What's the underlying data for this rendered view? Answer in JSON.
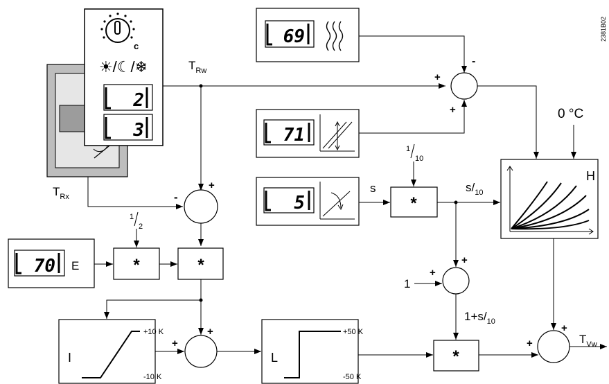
{
  "diagram": {
    "doc_code": "2381B02",
    "room_unit": {
      "dial_unit": "c",
      "mode_icons": "☀/☾/❄",
      "display_1": "2",
      "display_2": "3"
    },
    "labels": {
      "t_rw_main": "T",
      "t_rw_sub": "Rw",
      "t_rx_main": "T",
      "t_rx_sub": "Rx",
      "t_vw_main": "T",
      "t_vw_sub": "Vw",
      "zero_c": "0 °C",
      "s": "s",
      "s_div_num": "s/",
      "s_div_den": "10",
      "one_plus_s_main": "1+s/",
      "one_plus_s_den": "10",
      "one": "1",
      "tenth_num": "1",
      "tenth_den": "10",
      "half_num": "1",
      "half_den": "2",
      "e": "E",
      "h": "H",
      "i": "I",
      "l": "L",
      "plus10k": "+10 K",
      "minus10k": "-10 K",
      "plus50k": "+50 K",
      "minus50k": "-50 K"
    },
    "parameters": {
      "p69": "69",
      "p71": "71",
      "p5": "5",
      "p70": "70"
    },
    "operators": {
      "multiply": "*",
      "plus": "+",
      "minus": "-"
    }
  }
}
